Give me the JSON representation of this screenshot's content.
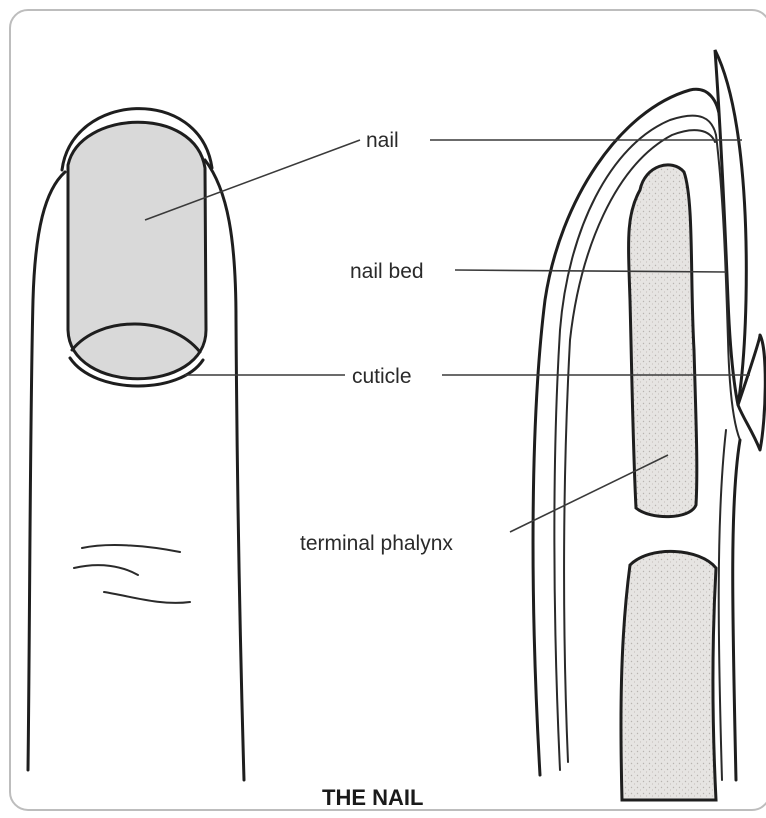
{
  "labels": {
    "nail": "nail",
    "nail_bed": "nail bed",
    "cuticle": "cuticle",
    "terminal_phalynx": "terminal phalynx"
  },
  "title": "THE NAIL",
  "colors": {
    "ink": "#1e1e1e",
    "nail_fill": "#d9d9d9",
    "bone_fill": "#e4e2e0",
    "frame": "#bdbdbd"
  }
}
